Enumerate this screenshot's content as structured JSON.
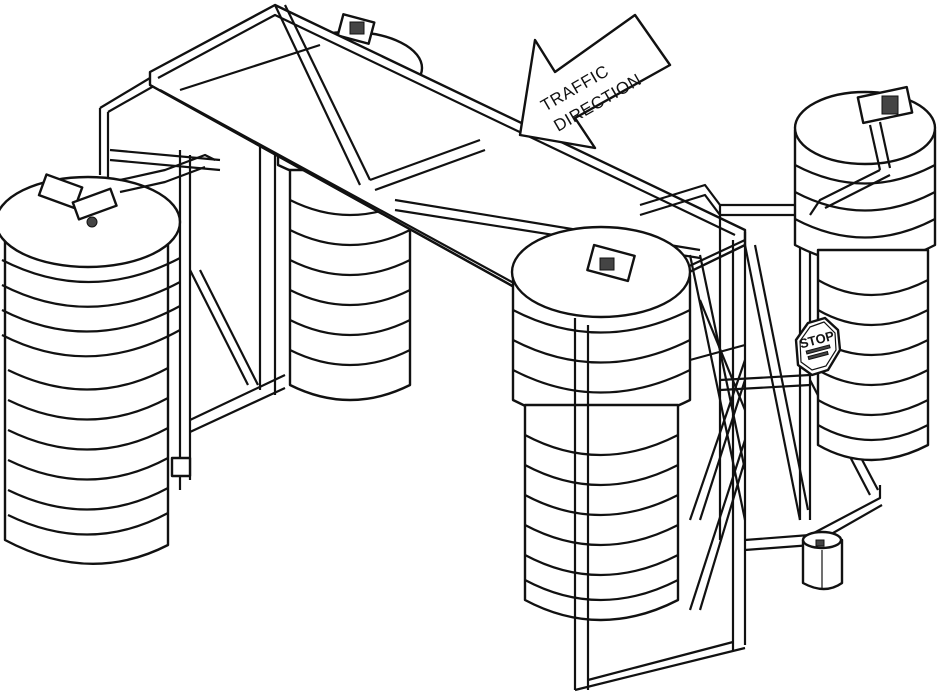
{
  "arrow": {
    "line1": "TRAFFIC",
    "line2": "DIRECTION"
  },
  "sign": {
    "title": "STOP",
    "subtitle": ""
  },
  "colors": {
    "ink": "#111111",
    "background": "#ffffff"
  }
}
